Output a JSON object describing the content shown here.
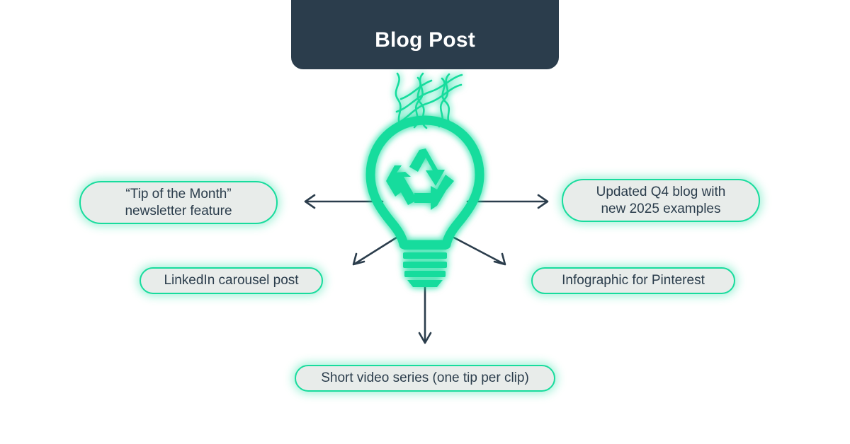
{
  "header": {
    "title": "Blog Post"
  },
  "central_node": {
    "icon": "lightbulb-recycle-icon",
    "label": "Repurposing idea lightbulb with recycle symbol"
  },
  "branches": [
    {
      "id": "tip-of-month",
      "label": "“Tip of the Month”\nnewsletter feature",
      "direction": "left",
      "arrow": "arrow-left"
    },
    {
      "id": "updated-q4",
      "label": "Updated Q4 blog with\nnew 2025 examples",
      "direction": "right",
      "arrow": "arrow-right"
    },
    {
      "id": "linkedin",
      "label": "LinkedIn carousel post",
      "direction": "down-left",
      "arrow": "arrow-down-left"
    },
    {
      "id": "infographic",
      "label": "Infographic for Pinterest",
      "direction": "down-right",
      "arrow": "arrow-down-right"
    },
    {
      "id": "short-video",
      "label": "Short video series (one tip per clip)",
      "direction": "down",
      "arrow": "arrow-down"
    }
  ],
  "colors": {
    "header_background": "#2b3d4c",
    "header_text": "#ffffff",
    "accent_green": "#18dc9d",
    "pill_fill": "#e8ecea",
    "pill_text": "#2b3d4c",
    "arrow": "#2b3d4c",
    "page_background": "#ffffff"
  }
}
